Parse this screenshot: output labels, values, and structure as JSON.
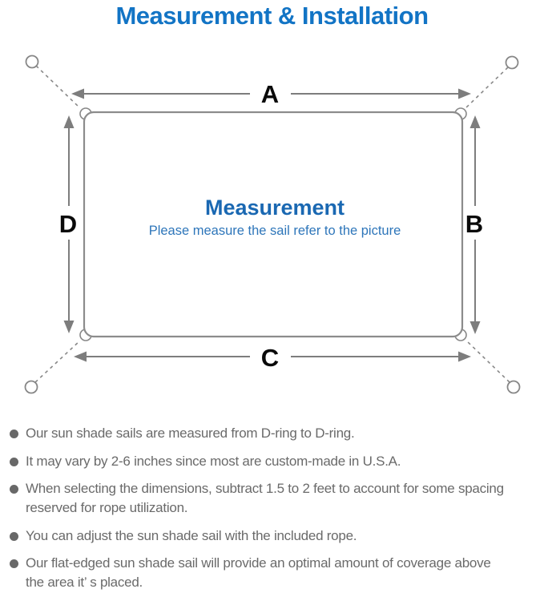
{
  "title": "Measurement & Installation",
  "diagram": {
    "dimension_labels": {
      "top": "A",
      "right": "B",
      "bottom": "C",
      "left": "D"
    },
    "center_title": "Measurement",
    "center_subtitle": "Please measure the sail refer to the picture"
  },
  "notes": {
    "items": [
      {
        "text": "Our sun shade sails are measured from D-ring to D-ring."
      },
      {
        "text": "It may vary by 2-6 inches since most are custom-made in U.S.A."
      },
      {
        "text": "When selecting the dimensions, subtract 1.5 to 2 feet to account for some spacing\nreserved for rope utilization."
      },
      {
        "text": "You can adjust the sun shade sail with the included rope."
      },
      {
        "text": "Our flat-edged sun shade sail will provide an optimal amount of coverage above\nthe area it’ s placed."
      }
    ]
  },
  "colors": {
    "title_blue": "#1274c5",
    "center_title_blue": "#1a68b2",
    "center_subtitle_blue": "#2e76ba",
    "diagram_line_gray": "#828282",
    "dimension_label_black": "#0a0a0a",
    "note_text_gray": "#6a6a6a"
  }
}
